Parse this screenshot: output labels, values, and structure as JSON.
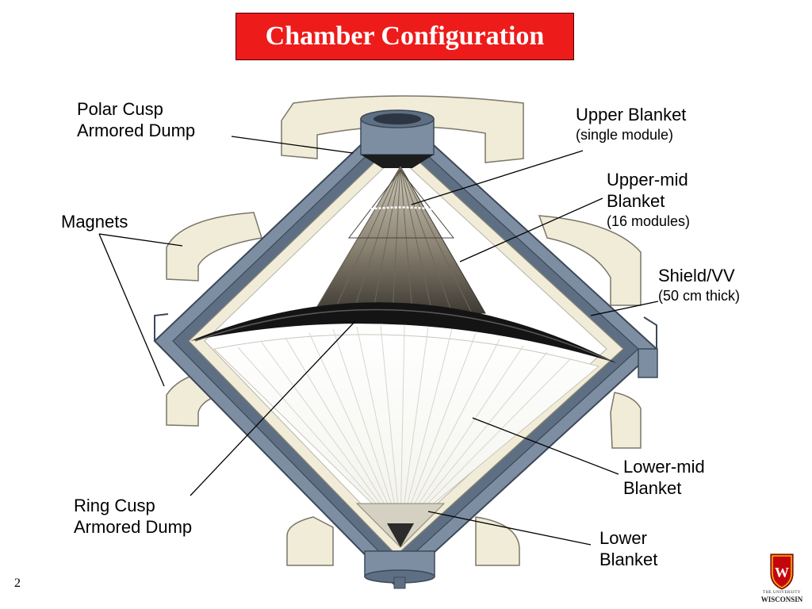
{
  "slide": {
    "title": "Chamber Configuration",
    "number": "2"
  },
  "labels": {
    "polar_cusp": {
      "line1": "Polar Cusp",
      "line2": "Armored Dump"
    },
    "upper_blanket": {
      "line1": "Upper Blanket",
      "sub": "(single module)"
    },
    "upper_mid_blanket": {
      "line1": "Upper-mid",
      "line2": "Blanket",
      "sub": "(16 modules)"
    },
    "magnets": {
      "line1": "Magnets"
    },
    "shield_vv": {
      "line1": "Shield/VV",
      "sub": "(50 cm thick)"
    },
    "lower_mid_blanket": {
      "line1": "Lower-mid",
      "line2": "Blanket"
    },
    "ring_cusp": {
      "line1": "Ring Cusp",
      "line2": "Armored Dump"
    },
    "lower_blanket": {
      "line1": "Lower",
      "line2": "Blanket"
    }
  },
  "logo": {
    "line1": "THE UNIVERSITY",
    "line2": "WISCONSIN",
    "icon": "uw-crest-icon"
  },
  "colors": {
    "title_bg": "#ee1b1b",
    "steel": "#6d7f93",
    "cream": "#f1ecd8",
    "blanket_dark": "#5a5448"
  }
}
